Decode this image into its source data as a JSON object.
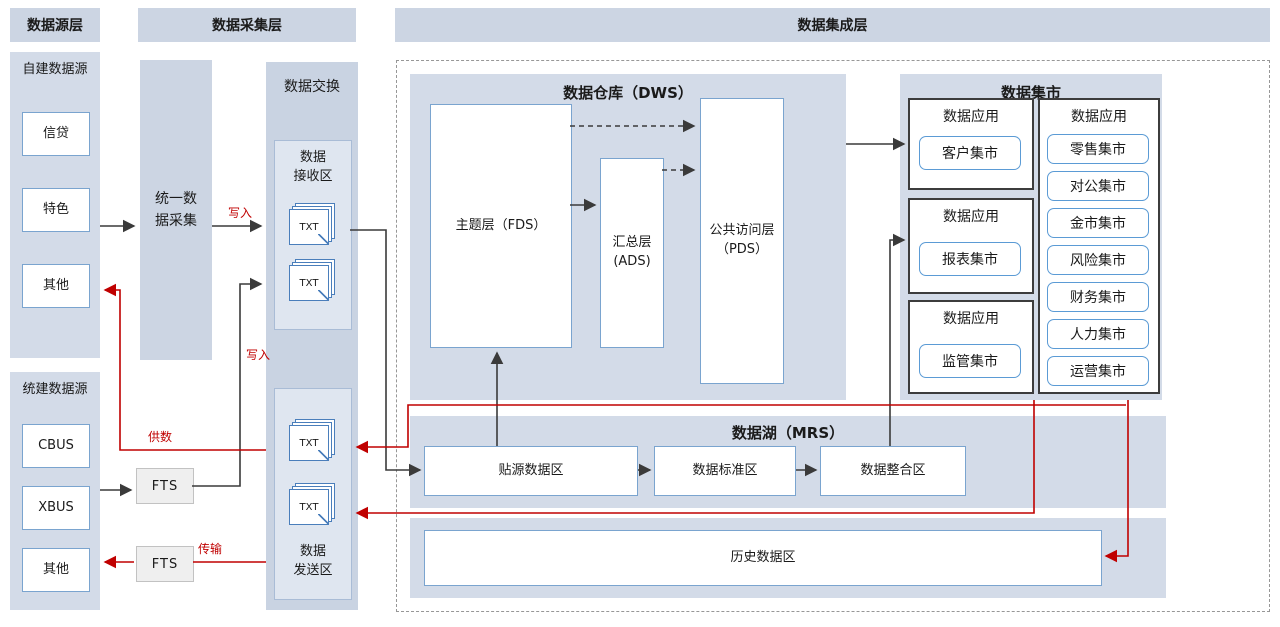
{
  "headers": {
    "source_layer": "数据源层",
    "collection_layer": "数据采集层",
    "integration_layer": "数据集成层"
  },
  "source_layer": {
    "self_built": {
      "title": "自建数据源",
      "items": [
        "信贷",
        "特色",
        "其他"
      ]
    },
    "unified": {
      "title": "统建数据源",
      "items": [
        "CBUS",
        "XBUS",
        "其他"
      ]
    }
  },
  "collection_layer": {
    "unified_collection": [
      "统一数",
      "据采集"
    ],
    "fts_top": "FTS",
    "fts_bottom": "FTS",
    "exchange": {
      "title": "数据交换",
      "receive_zone": [
        "数据",
        "接收区"
      ],
      "send_zone": [
        "数据",
        "发送区"
      ],
      "txt_label": "TXT"
    }
  },
  "flow_labels": {
    "write_top": "写入",
    "write_bottom": "写入",
    "supply": "供数",
    "transfer": "传输"
  },
  "integration_layer": {
    "dws": {
      "title": "数据仓库（DWS）",
      "fds": "主题层（FDS）",
      "ads": [
        "汇总层",
        "(ADS)"
      ],
      "pds": [
        "公共访问层",
        "（PDS）"
      ]
    },
    "mart": {
      "title": "数据集市",
      "groups": [
        {
          "title": "数据应用",
          "items": [
            "客户集市"
          ]
        },
        {
          "title": "数据应用",
          "items": [
            "报表集市"
          ]
        },
        {
          "title": "数据应用",
          "items": [
            "监管集市"
          ]
        },
        {
          "title": "数据应用",
          "items": [
            "零售集市",
            "对公集市",
            "金市集市",
            "风险集市",
            "财务集市",
            "人力集市",
            "运营集市"
          ]
        }
      ]
    },
    "lake": {
      "title": "数据湖（MRS）",
      "zones": [
        "贴源数据区",
        "数据标准区",
        "数据整合区"
      ],
      "history": "历史数据区"
    }
  },
  "colors": {
    "panel": "#d3dbe8",
    "header": "#ccd5e3",
    "box_border": "#5b9bd5",
    "red_flow": "#c00000",
    "black_flow": "#3a3a3a"
  }
}
